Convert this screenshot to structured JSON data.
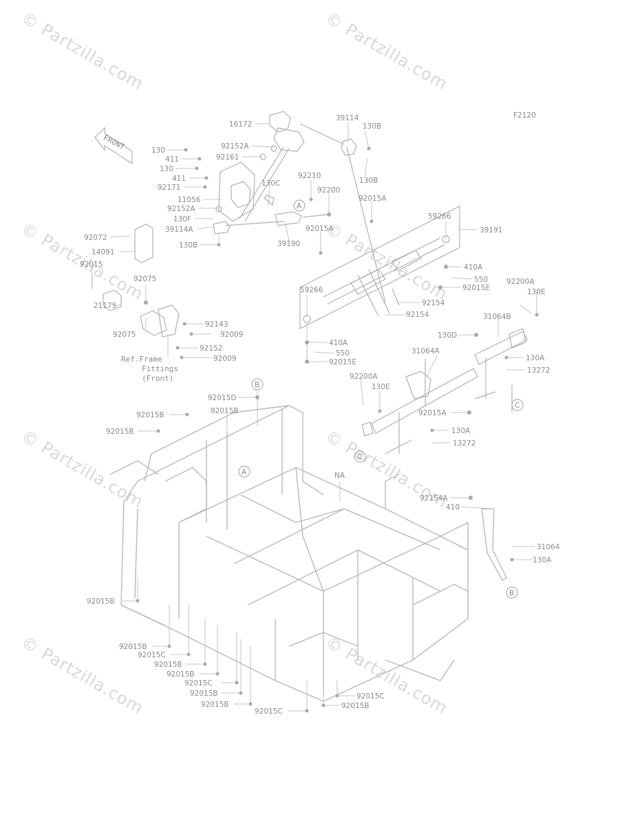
{
  "watermark": "© Partzilla.com",
  "figure_code": "F2120",
  "front_label": "FRONT",
  "ref_note": [
    "Ref.Frame",
    "Fittings",
    "(Front)"
  ],
  "callouts": [
    "A",
    "A",
    "B",
    "B",
    "C",
    "C"
  ],
  "part_labels": {
    "p16172": "16172",
    "p92152A_1": "92152A",
    "p92161": "92161",
    "p130_1": "130",
    "p411_1": "411",
    "p130_2": "130",
    "p411_2": "411",
    "p92171": "92171",
    "p11056": "11056",
    "p92152A_2": "92152A",
    "p130F": "130F",
    "p39114A": "39114A",
    "p130B_1": "130B",
    "p130C": "130C",
    "p92210": "92210",
    "p92200": "92200",
    "p39190": "39190",
    "p92015A_1": "92015A",
    "p39114": "39114",
    "p130B_2": "130B",
    "p130B_3": "130B",
    "p92015A_2": "92015A",
    "p59266_1": "59266",
    "p39191": "39191",
    "p410A_1": "410A",
    "p550_1": "550",
    "p92015E_1": "92015E",
    "p92154_1": "92154",
    "p92154_2": "92154",
    "p59266_2": "59266",
    "p410A_2": "410A",
    "p550_2": "550",
    "p92015E_2": "92015E",
    "p92072": "92072",
    "p14091": "14091",
    "p92015": "92015",
    "p92075_1": "92075",
    "p21175": "21175",
    "p92075_2": "92075",
    "p92143": "92143",
    "p92009_1": "92009",
    "p92152": "92152",
    "p92009_2": "92009",
    "p92200A_1": "92200A",
    "p130E_1": "130E",
    "p31064B": "31064B",
    "p130D": "130D",
    "p130A_1": "130A",
    "p13272_1": "13272",
    "p31064A": "31064A",
    "p92200A_2": "92200A",
    "p130E_2": "130E",
    "p92015A_3": "92015A",
    "p130A_2": "130A",
    "p13272_2": "13272",
    "p92015D": "92015D",
    "p92015B_1": "92015B",
    "p92015B_2": "92015B",
    "p92015B_3": "92015B",
    "pNA": "NA",
    "p92154A": "92154A",
    "p410": "410",
    "p31064": "31064",
    "p130A_3": "130A",
    "p92015B_4": "92015B",
    "p92015B_5": "92015B",
    "p92015C_1": "92015C",
    "p92015B_6": "92015B",
    "p92015C_2": "92015C",
    "p92015B_7": "92015B",
    "p92015B_8": "92015B",
    "p92015B_9": "92015B",
    "p92015C_3": "92015C",
    "p92015C_4": "92015C",
    "p92015B_10": "92015B"
  }
}
